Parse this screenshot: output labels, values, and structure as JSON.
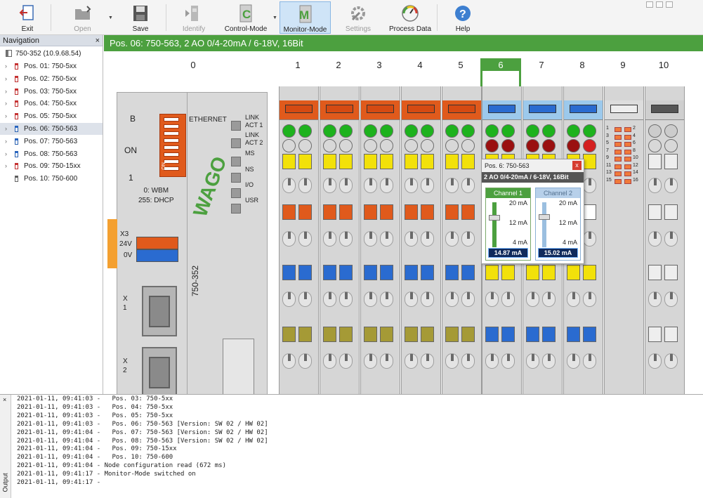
{
  "toolbar": {
    "buttons": [
      {
        "label": "Exit",
        "icon": "exit-icon",
        "enabled": true
      },
      {
        "label": "Open",
        "icon": "open-folder-icon",
        "enabled": false
      },
      {
        "label": "Save",
        "icon": "floppy-disk-icon",
        "enabled": true
      },
      {
        "label": "Identify",
        "icon": "identify-icon",
        "enabled": false
      },
      {
        "label": "Control-Mode",
        "icon": "control-mode-icon",
        "enabled": true
      },
      {
        "label": "Monitor-Mode",
        "icon": "monitor-mode-icon",
        "enabled": true,
        "active": true
      },
      {
        "label": "Settings",
        "icon": "wrench-icon",
        "enabled": false
      },
      {
        "label": "Process Data",
        "icon": "gauge-icon",
        "enabled": true
      },
      {
        "label": "Help",
        "icon": "help-icon",
        "enabled": true
      }
    ]
  },
  "navigation": {
    "title": "Navigation",
    "root": "750-352 (10.9.68.54)",
    "items": [
      {
        "label": "Pos. 01: 750-5xx",
        "marker": "red"
      },
      {
        "label": "Pos. 02: 750-5xx",
        "marker": "red"
      },
      {
        "label": "Pos. 03: 750-5xx",
        "marker": "red"
      },
      {
        "label": "Pos. 04: 750-5xx",
        "marker": "red"
      },
      {
        "label": "Pos. 05: 750-5xx",
        "marker": "red"
      },
      {
        "label": "Pos. 06: 750-563",
        "marker": "blue",
        "selected": true
      },
      {
        "label": "Pos. 07: 750-563",
        "marker": "blue"
      },
      {
        "label": "Pos. 08: 750-563",
        "marker": "blue"
      },
      {
        "label": "Pos. 09: 750-15xx",
        "marker": "red"
      },
      {
        "label": "Pos. 10: 750-600",
        "marker": "gray"
      }
    ]
  },
  "main": {
    "header": "Pos. 06: 750-563, 2 AO 0/4-20mA / 6-18V, 16Bit",
    "positions": [
      "0",
      "1",
      "2",
      "3",
      "4",
      "5",
      "6",
      "7",
      "8",
      "9",
      "10"
    ],
    "selected_position": "6",
    "coupler": {
      "dip_b": "B",
      "dip_on": "ON",
      "dip_1": "1",
      "dip_on_text": "ON",
      "dip_note": "0: WBM\n255: DHCP",
      "ethernet": "ETHERNET",
      "brand": "WAGO",
      "model": "750-352",
      "x3": "X3",
      "v24": "24V",
      "v0": "0V",
      "x1": "X\n1",
      "x2": "X\n2",
      "leds": [
        "LINK\nACT 1",
        "LINK\nACT 2",
        "MS",
        "NS",
        "I/O",
        "USR"
      ]
    },
    "slot9_numbers": [
      "1",
      "2",
      "3",
      "4",
      "5",
      "6",
      "7",
      "8",
      "9",
      "10",
      "11",
      "12",
      "13",
      "14",
      "15",
      "16"
    ]
  },
  "popup": {
    "title": "Pos. 6: 750-563",
    "close_label": "x",
    "subtitle": "2 AO 0/4-20mA / 6-18V, 16Bit",
    "channels": [
      {
        "name": "Channel 1",
        "active": true,
        "scale": [
          "20 mA",
          "12 mA",
          "4 mA"
        ],
        "value": "14.87 mA",
        "level": 0.68
      },
      {
        "name": "Channel 2",
        "active": false,
        "scale": [
          "20 mA",
          "12 mA",
          "4 mA"
        ],
        "value": "15.02 mA",
        "level": 0.69
      }
    ]
  },
  "output": {
    "label": "Output",
    "close_label": "×",
    "lines": [
      "2021-01-11, 09:41:03 -   Pos. 03: 750-5xx",
      "2021-01-11, 09:41:03 -   Pos. 04: 750-5xx",
      "2021-01-11, 09:41:03 -   Pos. 05: 750-5xx",
      "2021-01-11, 09:41:03 -   Pos. 06: 750-563 [Version: SW 02 / HW 02]",
      "2021-01-11, 09:41:04 -   Pos. 07: 750-563 [Version: SW 02 / HW 02]",
      "2021-01-11, 09:41:04 -   Pos. 08: 750-563 [Version: SW 02 / HW 02]",
      "2021-01-11, 09:41:04 -   Pos. 09: 750-15xx",
      "2021-01-11, 09:41:04 -   Pos. 10: 750-600",
      "2021-01-11, 09:41:04 - Node configuration read (672 ms)",
      "2021-01-11, 09:41:17 - Monitor-Mode switched on",
      "2021-01-11, 09:41:17 -"
    ]
  },
  "colors": {
    "accent_green": "#4ca03f",
    "di_orange": "#e05a1c",
    "ao_blue": "#2a6bd0",
    "yellow": "#f2e10a",
    "olive": "#a59a36",
    "red_led": "#9a1010",
    "green_led": "#1db21d",
    "light_blue_cap": "#9cc9ec"
  }
}
